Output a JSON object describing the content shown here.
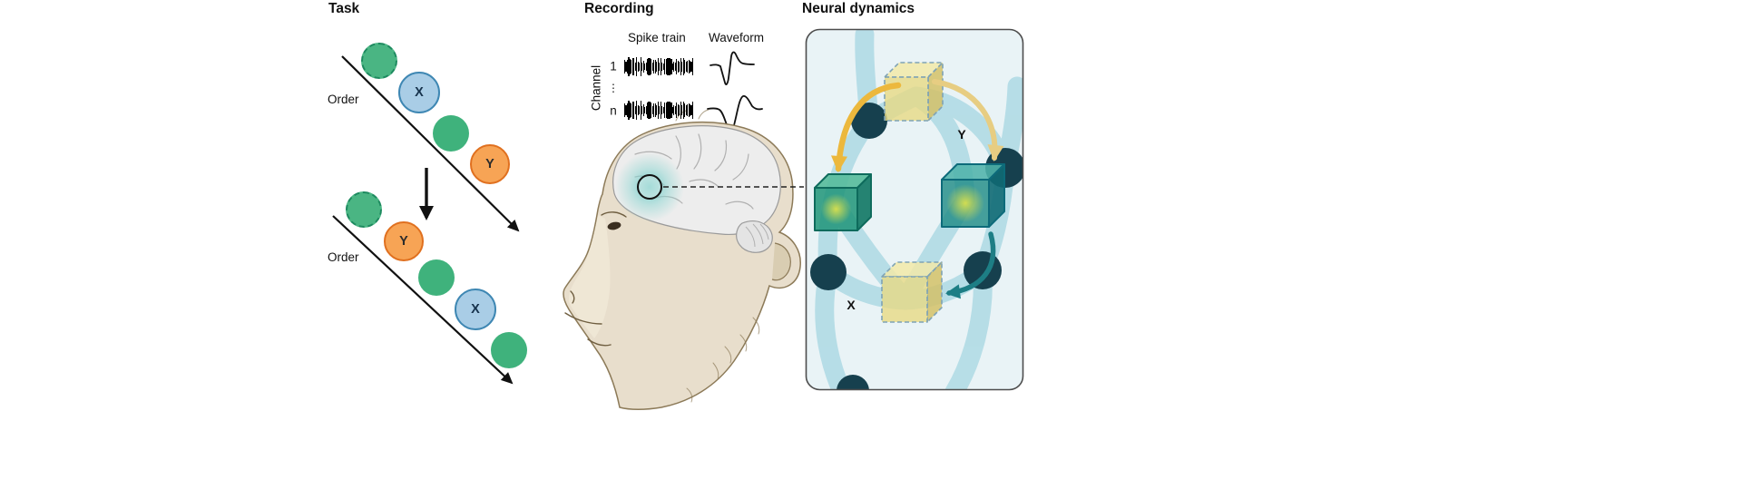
{
  "figure": {
    "panels": {
      "task": {
        "title": "Task",
        "sequence1": {
          "order_label": "Order",
          "x_circle_label": "X",
          "y_circle_label": "Y"
        },
        "sequence2": {
          "order_label": "Order",
          "y_circle_label": "Y",
          "x_circle_label": "X"
        }
      },
      "recording": {
        "title": "Recording",
        "spike_train_header": "Spike train",
        "waveform_header": "Waveform",
        "channel_axis_label": "Channel",
        "channel_first": "1",
        "channel_ellipsis": "⋮",
        "channel_last": "n"
      },
      "neural_dynamics": {
        "title": "Neural dynamics",
        "state_y_label": "Y",
        "state_x_label": "X"
      }
    },
    "colors": {
      "circle_green": "#3fb27c",
      "circle_green_dashed_border": "#1d8a5f",
      "circle_blue_fill": "#a9cde6",
      "circle_blue_border": "#3e87b3",
      "circle_orange_fill": "#f7a455",
      "circle_orange_border": "#e0701f",
      "panel_background": "#e9f3f6",
      "network_edge": "#b4dce6",
      "network_node": "#16404e",
      "cube_yellow": "#e7da85",
      "cube_green": "#1f9478",
      "arrow_yellow": "#ecb83d",
      "arrow_teal": "#1d7e85",
      "brain_highlight": "#7fd0cc",
      "monkey_fur": "#e8decc"
    }
  }
}
